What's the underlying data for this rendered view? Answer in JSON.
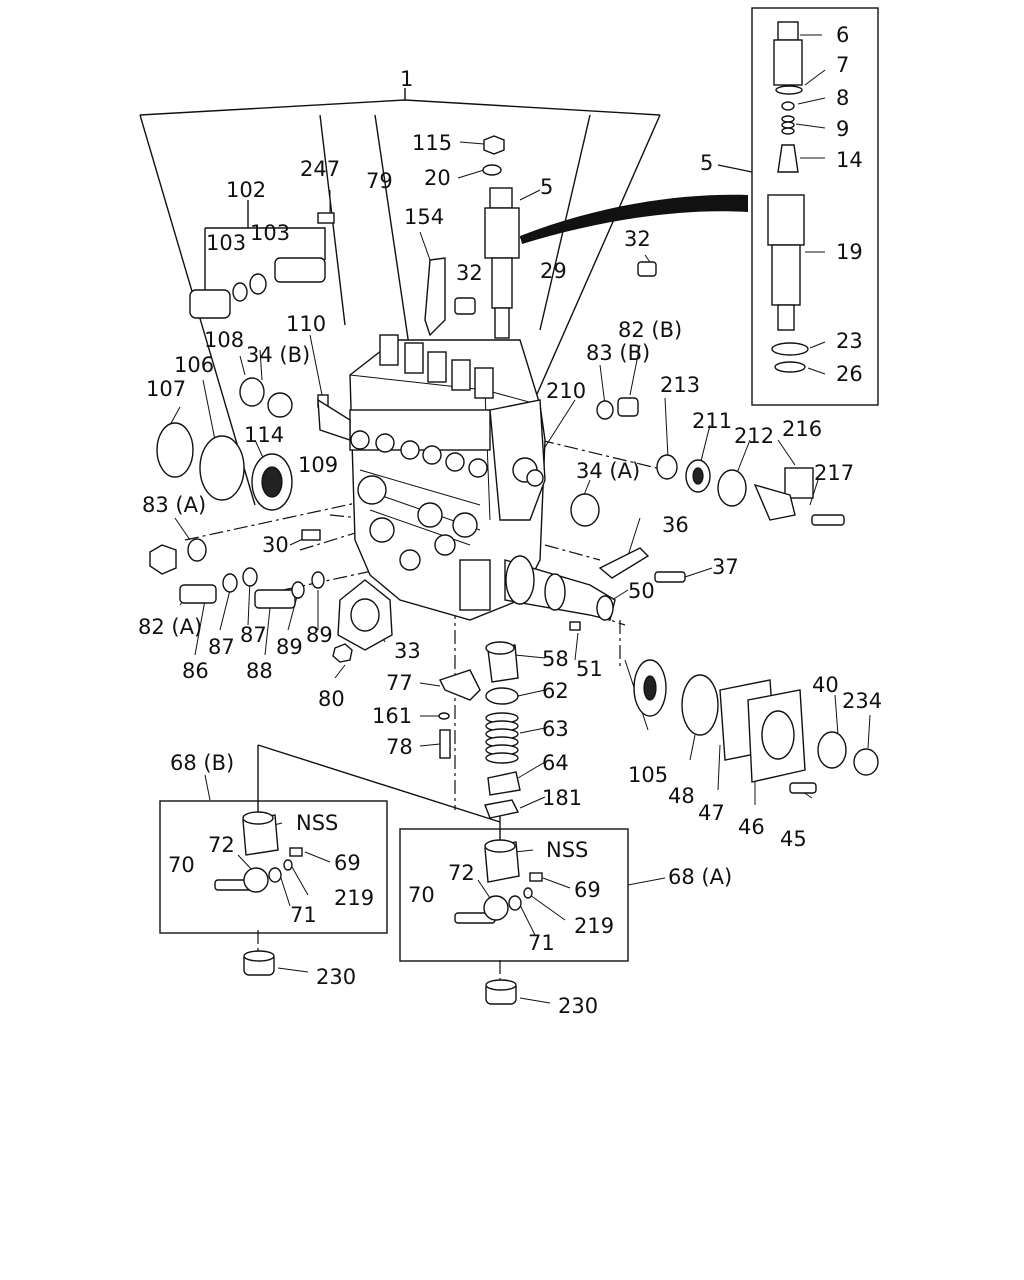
{
  "labels": {
    "l1": "1",
    "l115": "115",
    "l20": "20",
    "l5a": "5",
    "l247": "247",
    "l79": "79",
    "l102": "102",
    "l103a": "103",
    "l103b": "103",
    "l154": "154",
    "l32a": "32",
    "l32b": "32",
    "l29": "29",
    "l108": "108",
    "l110": "110",
    "l34b": "34 (B)",
    "l106": "106",
    "l107": "107",
    "l114": "114",
    "l109": "109",
    "l83b": "83 (B)",
    "l82b": "82 (B)",
    "l210": "210",
    "l213": "213",
    "l211": "211",
    "l212": "212",
    "l216": "216",
    "l217": "217",
    "l34a": "34 (A)",
    "l83a": "83 (A)",
    "l30": "30",
    "l36": "36",
    "l37": "37",
    "l50": "50",
    "l82a": "82 (A)",
    "l87a": "87",
    "l87b": "87",
    "l89a": "89",
    "l89b": "89",
    "l86": "86",
    "l88": "88",
    "l33": "33",
    "l80": "80",
    "l58": "58",
    "l51": "51",
    "l77": "77",
    "l62": "62",
    "l161": "161",
    "l63": "63",
    "l78": "78",
    "l64": "64",
    "l181": "181",
    "l105": "105",
    "l48": "48",
    "l47": "47",
    "l46": "46",
    "l45": "45",
    "l40": "40",
    "l234": "234",
    "l6": "6",
    "l7": "7",
    "l8": "8",
    "l9": "9",
    "l14": "14",
    "l5b": "5",
    "l19": "19",
    "l23": "23",
    "l26": "26",
    "l68b": "68 (B)",
    "nssB": "NSS",
    "l72b": "72",
    "l69b": "69",
    "l70b": "70",
    "l219b": "219",
    "l71b": "71",
    "l230b": "230",
    "nssA": "NSS",
    "l72a": "72",
    "l69a": "69",
    "l68a": "68 (A)",
    "l70a": "70",
    "l219a": "219",
    "l71a": "71",
    "l230a": "230"
  }
}
